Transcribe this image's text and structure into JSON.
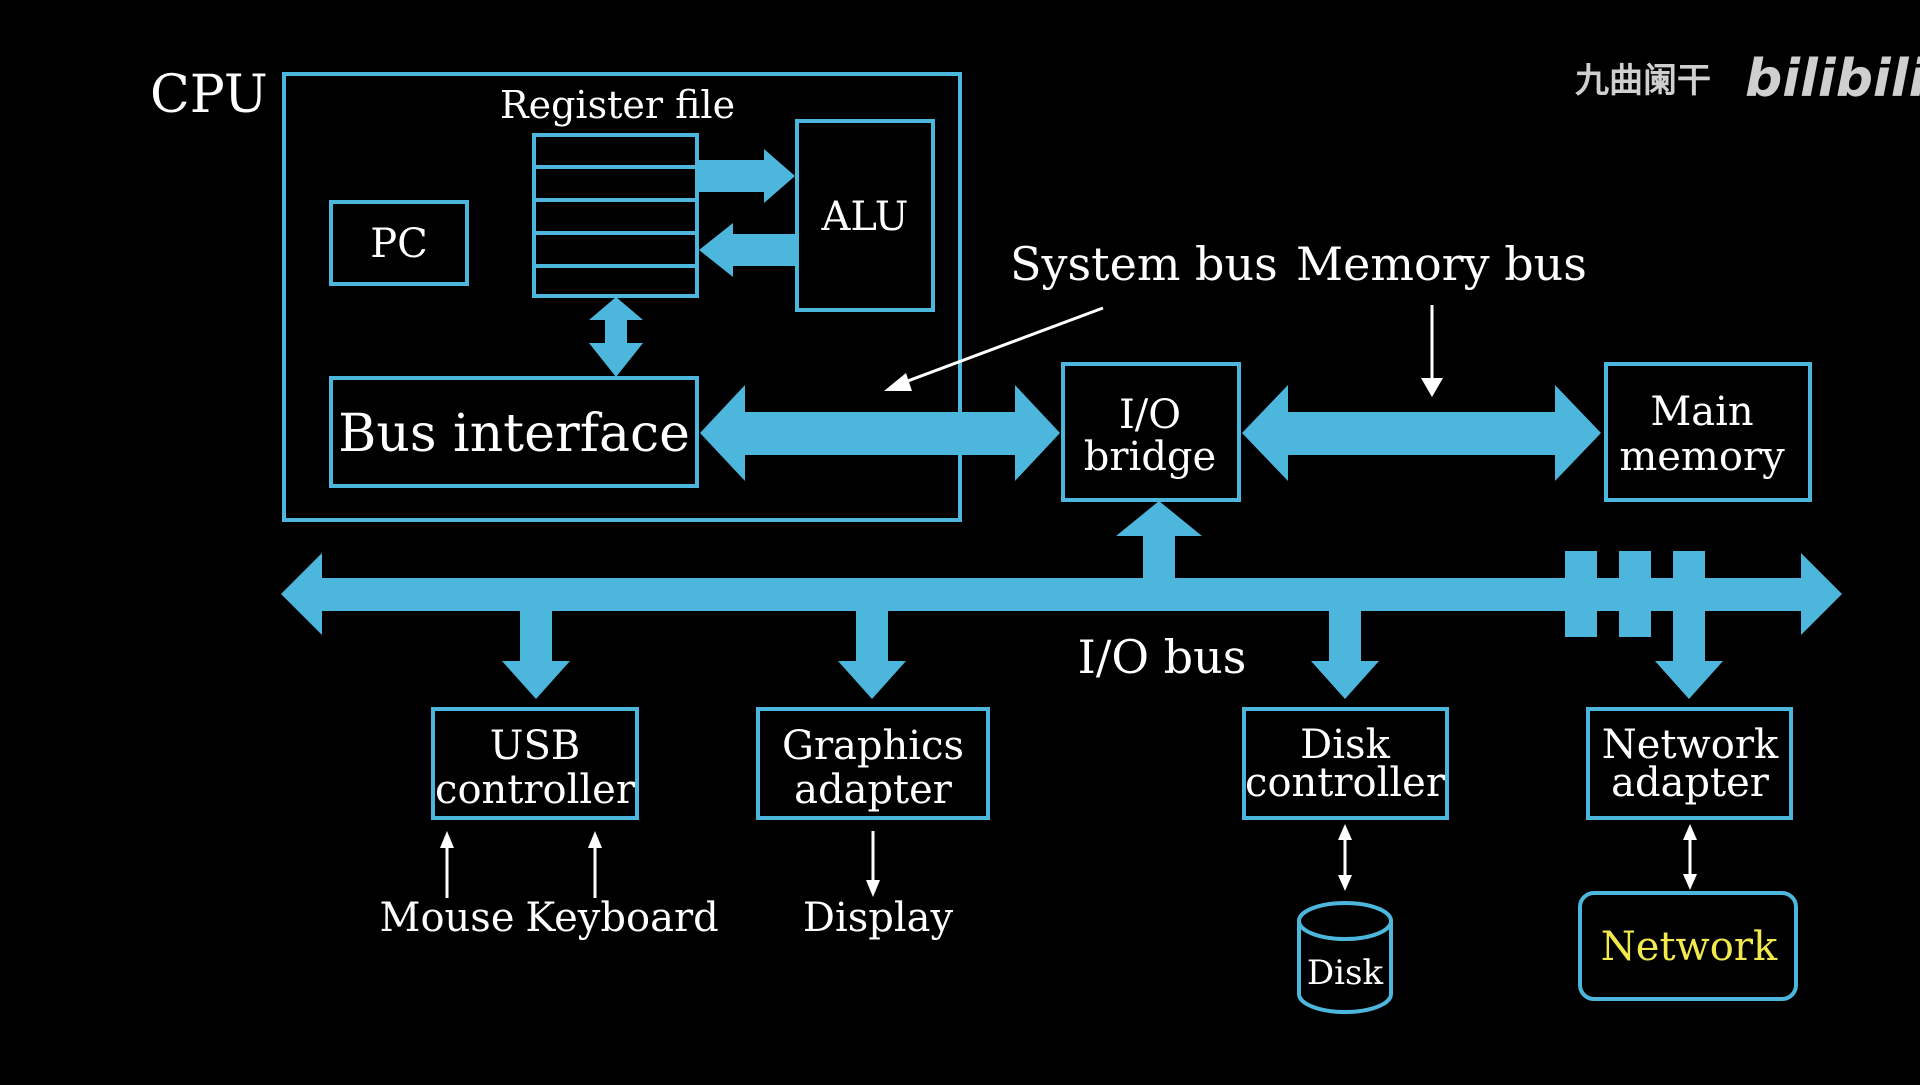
{
  "watermark": {
    "channel": "九曲阑干",
    "site": "bilibili"
  },
  "labels": {
    "cpu": "CPU",
    "register_file": "Register file",
    "alu": "ALU",
    "pc": "PC",
    "bus_interface": "Bus interface",
    "system_bus": "System bus",
    "memory_bus": "Memory bus",
    "io_bridge_line1": "I/O",
    "io_bridge_line2": "bridge",
    "main_memory_line1": "Main",
    "main_memory_line2": "memory",
    "io_bus": "I/O bus",
    "usb_line1": "USB",
    "usb_line2": "controller",
    "graphics_line1": "Graphics",
    "graphics_line2": "adapter",
    "disk_ctrl_line1": "Disk",
    "disk_ctrl_line2": "controller",
    "network_adapter_line1": "Network",
    "network_adapter_line2": "adapter",
    "mouse": "Mouse",
    "keyboard": "Keyboard",
    "display": "Display",
    "disk": "Disk",
    "network": "Network"
  },
  "colors": {
    "background": "#000000",
    "accent": "#4db6dc",
    "text": "#ffffff",
    "network_text": "#f2e94e"
  }
}
